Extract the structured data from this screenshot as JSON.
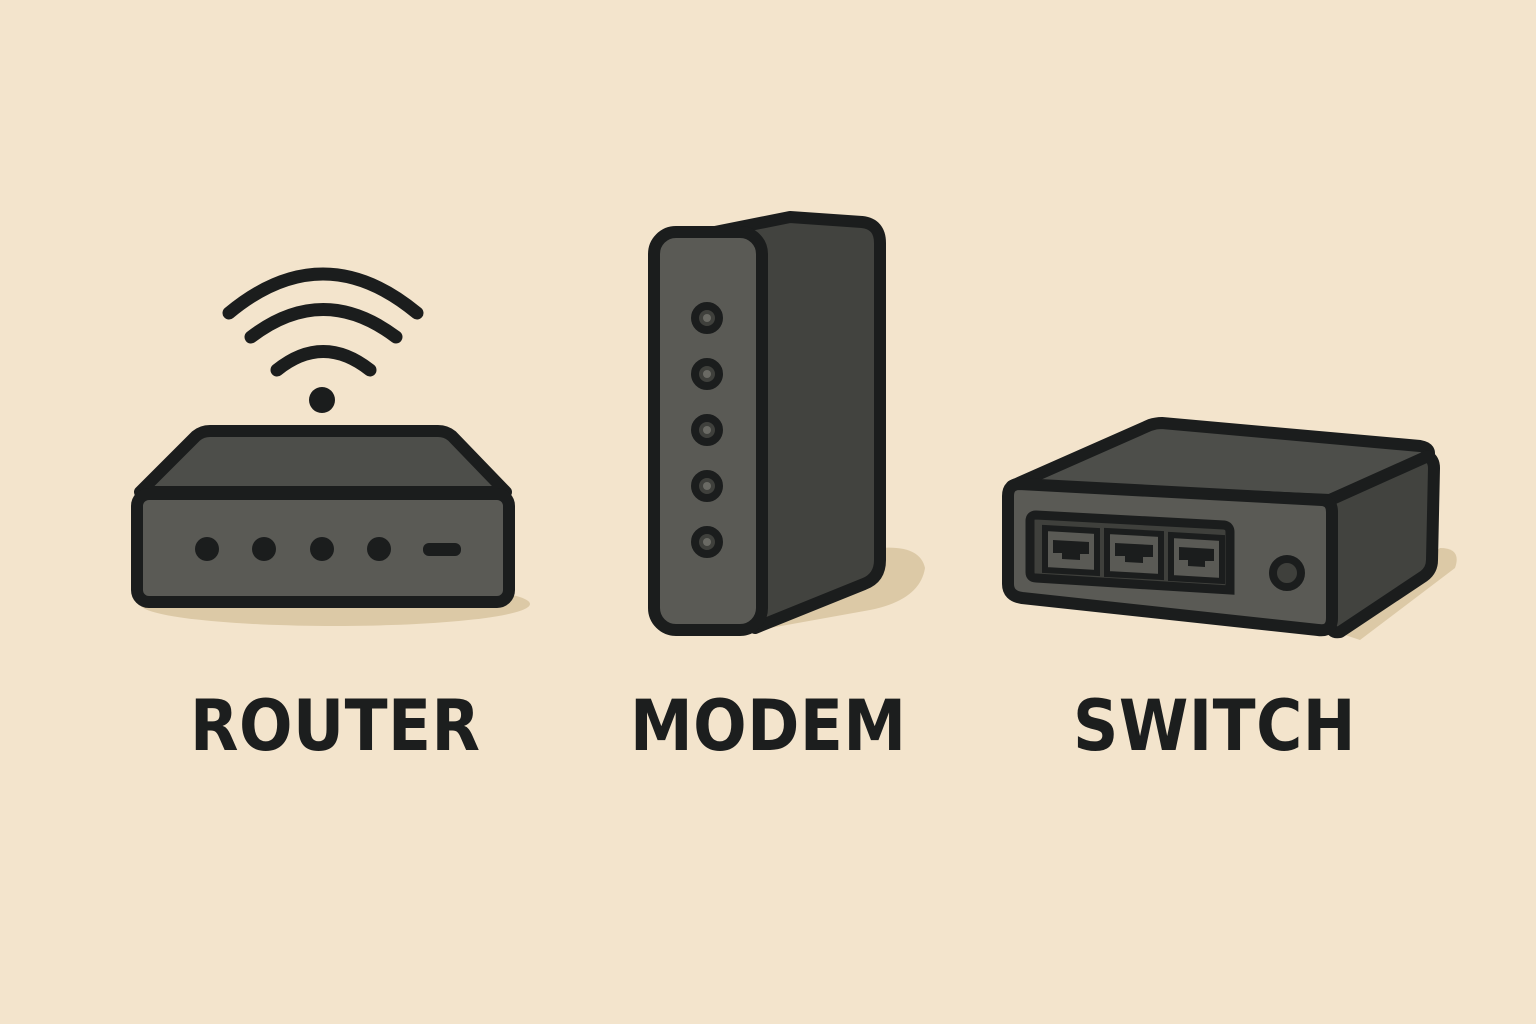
{
  "colors": {
    "background": "#f3e4cc",
    "outline": "#1b1d1d",
    "device_face": "#5a5a55",
    "device_top": "#4a4b47",
    "device_side": "#42433f",
    "shadow": "#dcc9a6"
  },
  "devices": [
    {
      "id": "router",
      "label": "ROUTER",
      "icon": "wifi-router-icon"
    },
    {
      "id": "modem",
      "label": "MODEM",
      "icon": "modem-tower-icon"
    },
    {
      "id": "switch",
      "label": "SWITCH",
      "icon": "network-switch-icon"
    }
  ]
}
